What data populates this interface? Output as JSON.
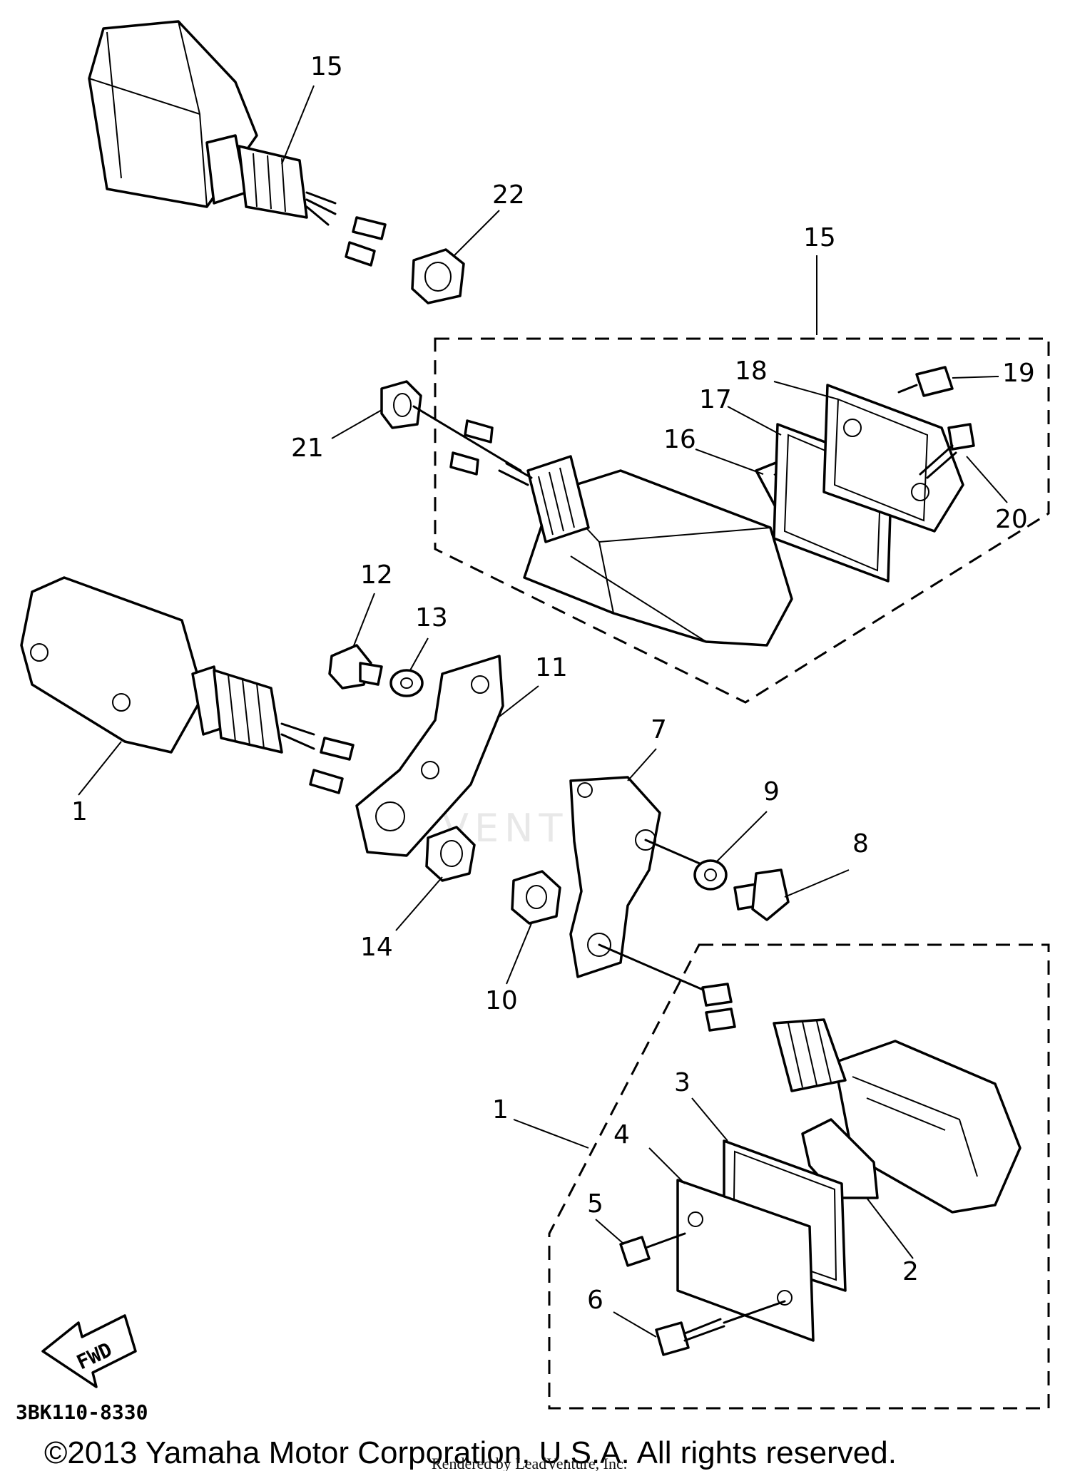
{
  "callouts": [
    {
      "id": "c1a",
      "text": "1"
    },
    {
      "id": "c1b",
      "text": "1"
    },
    {
      "id": "c2",
      "text": "2"
    },
    {
      "id": "c3",
      "text": "3"
    },
    {
      "id": "c4",
      "text": "4"
    },
    {
      "id": "c5",
      "text": "5"
    },
    {
      "id": "c6",
      "text": "6"
    },
    {
      "id": "c7",
      "text": "7"
    },
    {
      "id": "c8",
      "text": "8"
    },
    {
      "id": "c9",
      "text": "9"
    },
    {
      "id": "c10",
      "text": "10"
    },
    {
      "id": "c11",
      "text": "11"
    },
    {
      "id": "c12",
      "text": "12"
    },
    {
      "id": "c13",
      "text": "13"
    },
    {
      "id": "c14",
      "text": "14"
    },
    {
      "id": "c15a",
      "text": "15"
    },
    {
      "id": "c15b",
      "text": "15"
    },
    {
      "id": "c16",
      "text": "16"
    },
    {
      "id": "c17",
      "text": "17"
    },
    {
      "id": "c18",
      "text": "18"
    },
    {
      "id": "c19",
      "text": "19"
    },
    {
      "id": "c20",
      "text": "20"
    },
    {
      "id": "c21",
      "text": "21"
    },
    {
      "id": "c22",
      "text": "22"
    }
  ],
  "fwd_label": "FWD",
  "diagram_code": "3BK110-8330",
  "watermark": "VENTURE",
  "copyright": "©2013 Yamaha Motor Corporation, U.S.A. All rights reserved.",
  "render_credit": "Rendered by LeadVenture, Inc."
}
